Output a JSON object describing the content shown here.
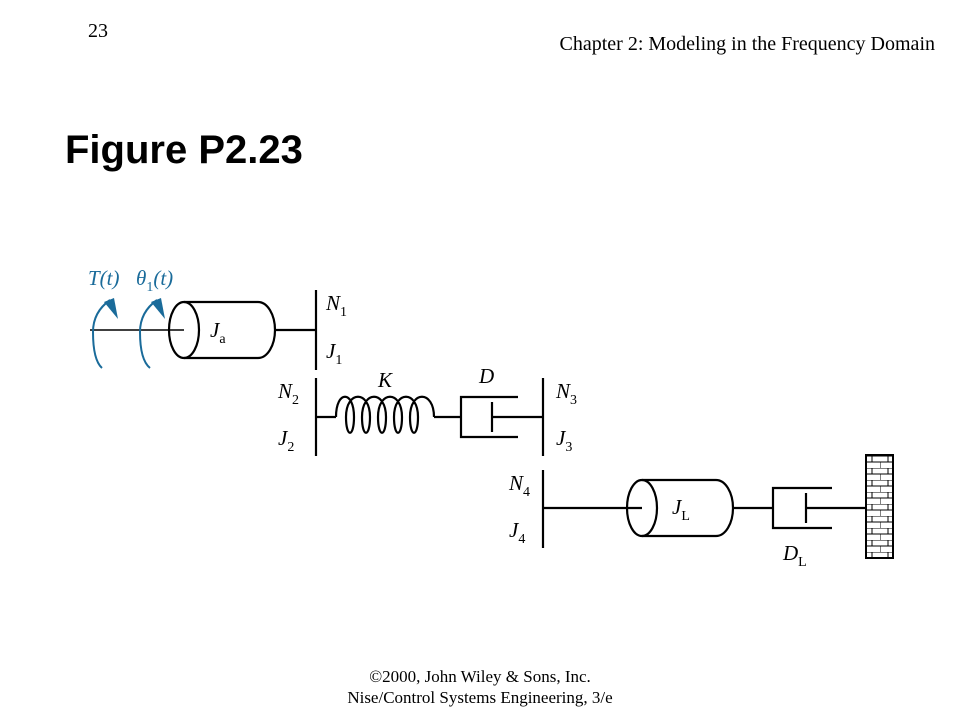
{
  "header": {
    "page_number": "23",
    "chapter_title": "Chapter 2: Modeling in the Frequency Domain"
  },
  "figure": {
    "title": "Figure P2.23"
  },
  "diagram": {
    "torque_label": {
      "main": "T(t)"
    },
    "angle_label": {
      "main": "θ",
      "sub": "1",
      "tail": "(t)"
    },
    "inertia_a": {
      "main": "J",
      "sub": "a"
    },
    "gear_n1": {
      "main": "N",
      "sub": "1"
    },
    "gear_j1": {
      "main": "J",
      "sub": "1"
    },
    "gear_n2": {
      "main": "N",
      "sub": "2"
    },
    "gear_j2": {
      "main": "J",
      "sub": "2"
    },
    "spring_k": {
      "main": "K"
    },
    "damper_d": {
      "main": "D"
    },
    "gear_n3": {
      "main": "N",
      "sub": "3"
    },
    "gear_j3": {
      "main": "J",
      "sub": "3"
    },
    "gear_n4": {
      "main": "N",
      "sub": "4"
    },
    "gear_j4": {
      "main": "J",
      "sub": "4"
    },
    "inertia_l": {
      "main": "J",
      "sub": "L"
    },
    "damper_dl": {
      "main": "D",
      "sub": "L"
    },
    "colors": {
      "arrow": "#1a6b9a",
      "stipple": "#555555",
      "wall": "#000000"
    }
  },
  "footer": {
    "line1": "©2000, John Wiley & Sons, Inc.",
    "line2": "Nise/Control Systems Engineering, 3/e"
  }
}
